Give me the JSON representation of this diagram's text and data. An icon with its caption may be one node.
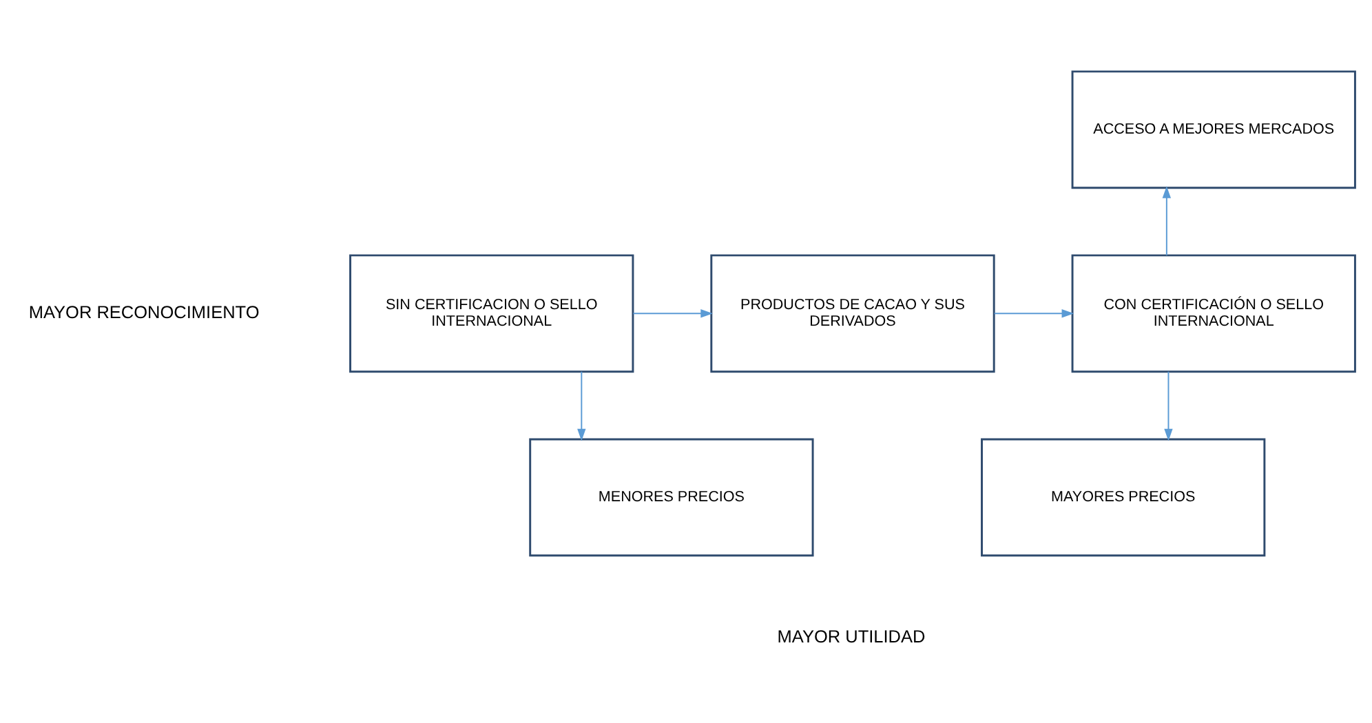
{
  "diagram": {
    "nodes": [
      {
        "text": [
          "SIN CERTIFICACION O SELLO INTERNACIONAL"
        ]
      },
      {
        "text": [
          "PRODUCTOS DE CACAO Y SUS DERIVADOS"
        ]
      },
      {
        "text": [
          "CON CERTIFICACIÓN O SELLO INTERNACIONAL"
        ]
      },
      {
        "text": [
          "ACCESO A MEJORES MERCADOS"
        ]
      },
      {
        "text": [
          "MENORES PRECIOS"
        ]
      },
      {
        "text": [
          "MAYORES PRECIOS"
        ]
      }
    ],
    "edges": [
      {
        "from": 0,
        "to": 1,
        "arrow": "to"
      },
      {
        "from": 1,
        "to": 2,
        "arrow": "to"
      },
      {
        "from": 2,
        "to": 3,
        "arrow": "to"
      },
      {
        "from": 0,
        "to": 4,
        "arrow": "to"
      },
      {
        "from": 2,
        "to": 5,
        "arrow": "to"
      }
    ],
    "labels": [
      "MAYOR RECONOCIMIENTO",
      "MAYOR UTILIDAD"
    ]
  }
}
